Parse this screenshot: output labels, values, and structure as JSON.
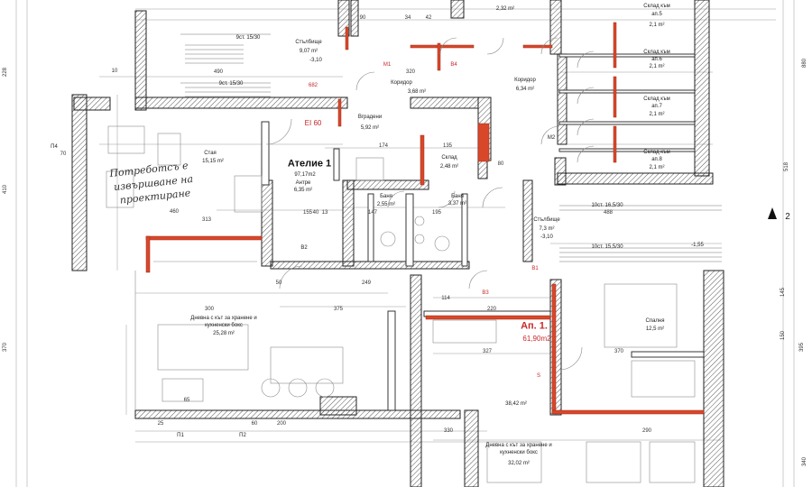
{
  "rooms": {
    "stubishte_top": "Стълбище",
    "stubishte_top_area": "9,07 m²",
    "stubishte_top_level": "-3,10",
    "koridor_left": "Коридор",
    "koridor_left_area": "3,68 m²",
    "koridor_right": "Коридор",
    "koridor_right_area": "6,34 m²",
    "top_small_area": "2,32 m²",
    "vgradeni": "Вградени",
    "vgradeni_area": "5,92 m²",
    "stai": "Стая",
    "stai_area": "15,15 m²",
    "antre": "Антре",
    "antre_area": "6,35 m²",
    "sklad": "Склад",
    "sklad_area": "2,48 m²",
    "banya1": "Баня",
    "banya1_area": "2,55 m²",
    "banya2": "Баня",
    "banya2_area": "3,37 m²",
    "stubishte_mid": "Стълбище",
    "stubishte_mid_area": "7,3 m²",
    "stubishte_mid_level": "-3,10",
    "dnevna_left": "Дневна с кът за хранене и",
    "dnevna_left_2": "кухненски бокс",
    "dnevna_left_area": "25,28 m²",
    "dnevna_bottom": "Дневна с кът за хранене и",
    "dnevna_bottom_2": "кухненски бокс",
    "dnevna_bottom_area": "32,02 m²",
    "spalnya": "Спалня",
    "spalnya_area": "12,5 m²",
    "bottom_small_area": "38,42 m²",
    "sklad5": "Склад към",
    "sklad5_b": "ап.5",
    "sklad5_area": "2,1 m²",
    "sklad6": "Склад към",
    "sklad6_b": "ап.6",
    "sklad6_area": "2,1 m²",
    "sklad7": "Склад към",
    "sklad7_b": "ап.7",
    "sklad7_area": "2,1 m²",
    "sklad8": "Склад към",
    "sklad8_b": "ап.8",
    "sklad8_area": "2,1 m²"
  },
  "titles": {
    "atelie": "Ателие 1",
    "atelie_area": "97,17m2",
    "ap": "Ап. 1.",
    "ap_area": "61,90m2",
    "ei": "EI 60",
    "stairs_top_a": "9ст. 15/30",
    "stairs_top_b": "9ст. 15/30",
    "stairs_mid_a": "10ст. 16,5/30",
    "stairs_mid_b": "10ст. 15,5/30",
    "level_right": "-1,55",
    "section_mark": "2",
    "note_line1": "Потреботсъ е",
    "note_line2": "извършване на",
    "note_line3": "проектиране"
  },
  "dims": {
    "d490": "490",
    "d320": "320",
    "d155": "155",
    "d174": "174",
    "d135": "135",
    "d460": "460",
    "d313": "313",
    "d300": "300",
    "d375": "375",
    "d249": "249",
    "d147": "147",
    "d195": "195",
    "d114": "114",
    "d220": "220",
    "d327": "327",
    "d370": "370",
    "d290": "290",
    "d330": "330",
    "d488": "488",
    "d200": "200",
    "d90": "90",
    "d80": "80",
    "d60": "60",
    "d25": "25",
    "d10": "10",
    "d13": "13",
    "d70": "70",
    "d65": "65",
    "d50": "50",
    "d40": "40",
    "d34": "34",
    "d42": "42",
    "d228": "228",
    "d410": "410",
    "d370b": "370",
    "d518": "518",
    "d880": "880",
    "d340": "340",
    "d145": "145",
    "d150": "150",
    "d395": "395"
  },
  "tags": {
    "b1": "B1",
    "b2": "B2",
    "b3": "B3",
    "b4": "B4",
    "m1": "M1",
    "m2": "M2",
    "s": "S",
    "p1": "П1",
    "p2": "П2",
    "p4": "П4",
    "d682": "682"
  }
}
